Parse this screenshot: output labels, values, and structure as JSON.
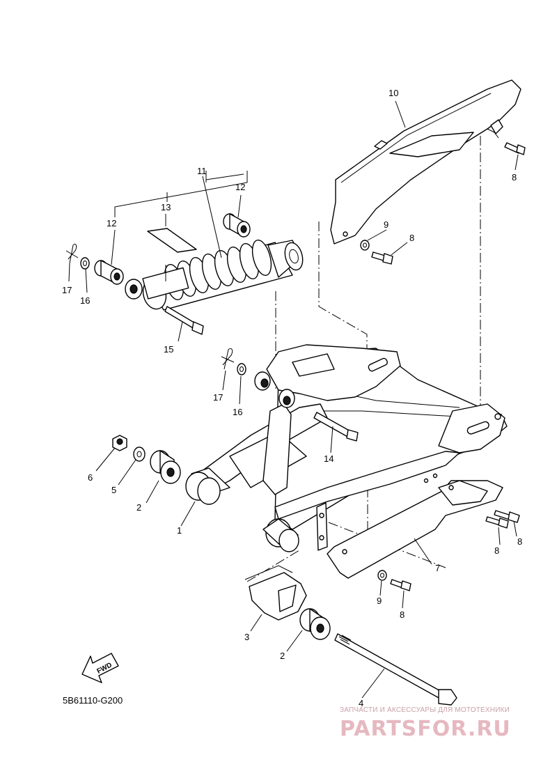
{
  "diagram": {
    "code": "5B61110-G200",
    "fwd_label": "FWD",
    "callouts": {
      "c1": "1",
      "c2a": "2",
      "c2b": "2",
      "c3": "3",
      "c4": "4",
      "c5": "5",
      "c6": "6",
      "c7": "7",
      "c8a": "8",
      "c8b": "8",
      "c8c": "8",
      "c8d": "8",
      "c8e": "8",
      "c9a": "9",
      "c9b": "9",
      "c10": "10",
      "c11": "11",
      "c12a": "12",
      "c12b": "12",
      "c13": "13",
      "c14": "14",
      "c15": "15",
      "c16a": "16",
      "c16b": "16",
      "c17a": "17",
      "c17b": "17"
    }
  },
  "watermark": {
    "tagline": "ЗАПЧАСТИ И АКСЕССУАРЫ ДЛЯ МОТОТЕХНИКИ",
    "brand": "PARTSFOR.RU"
  }
}
